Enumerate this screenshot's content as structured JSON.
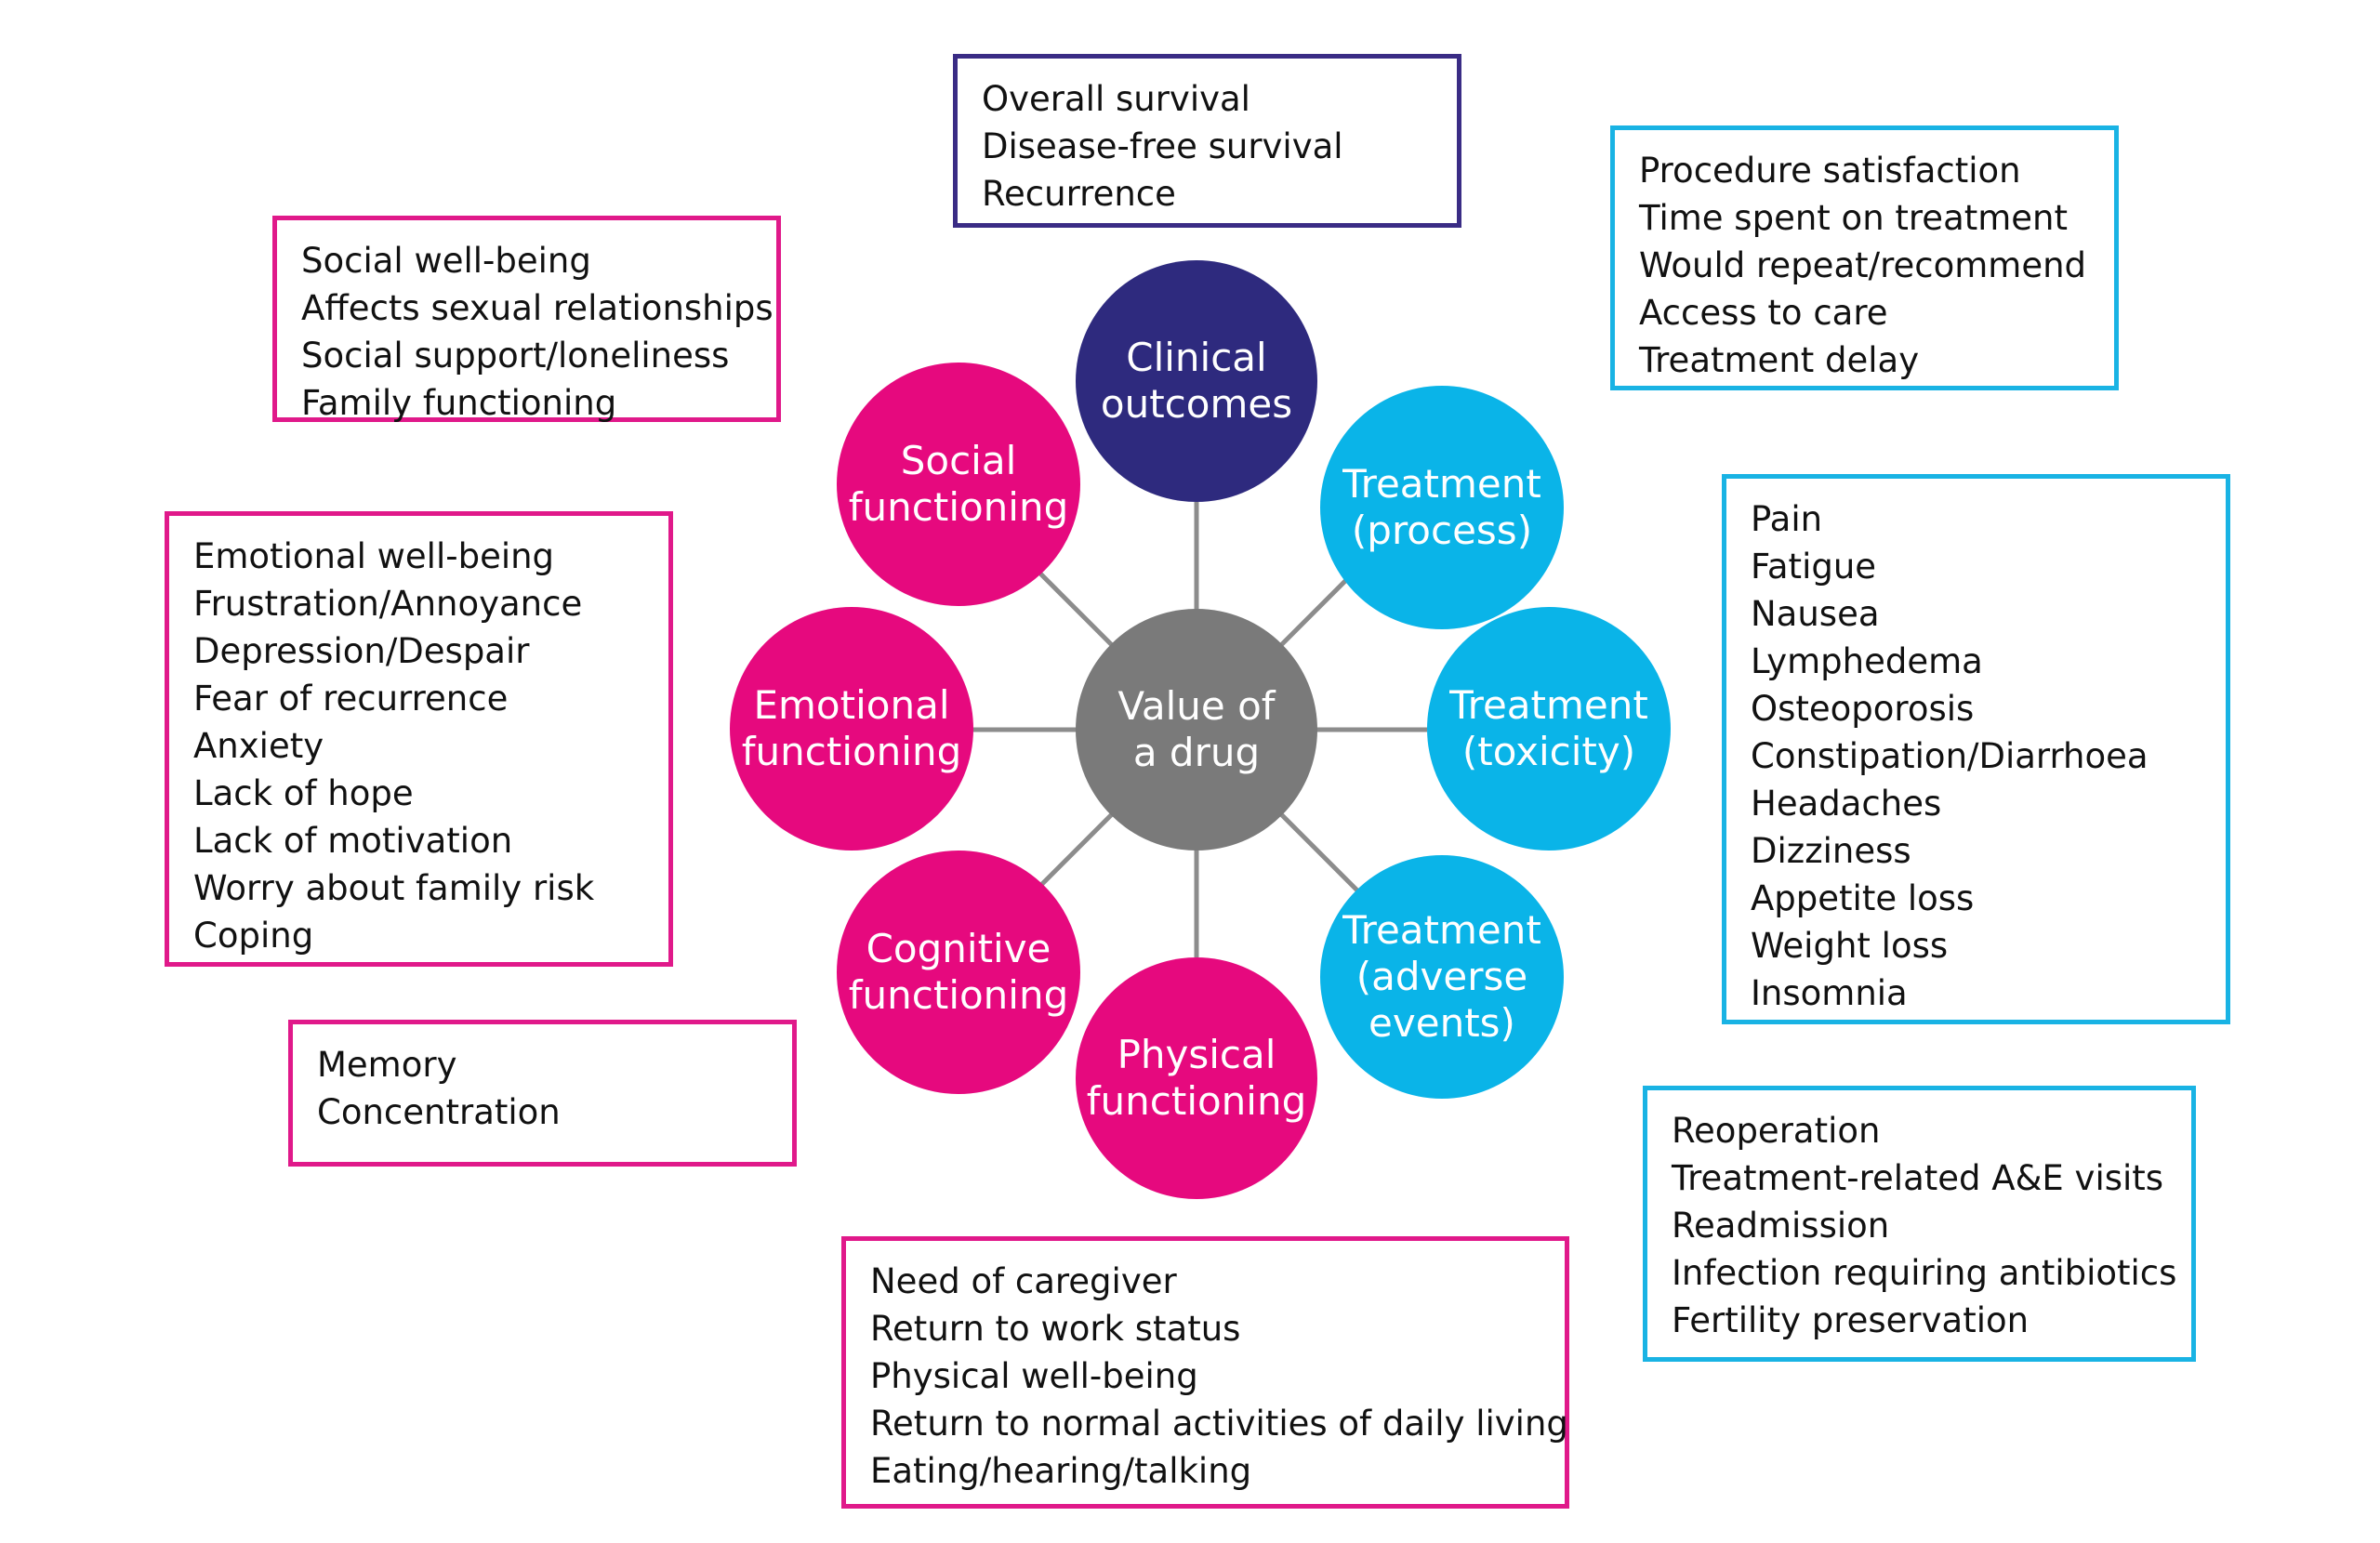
{
  "colors": {
    "clinical": "#2e2a7e",
    "treatment": "#0ab4e8",
    "functioning": "#e6097e",
    "center": "#7a7a7a",
    "connector": "#8c8c8c",
    "clinical_box_border": "#3a2c85",
    "treatment_box_border": "#19b3e4",
    "functioning_box_border": "#e0198a"
  },
  "center": {
    "label": "Value of\na drug"
  },
  "nodes": {
    "clinical": {
      "label": "Clinical\noutcomes"
    },
    "treatment_process": {
      "label": "Treatment\n(process)"
    },
    "treatment_toxicity": {
      "label": "Treatment\n(toxicity)"
    },
    "treatment_adverse": {
      "label": "Treatment\n(adverse\nevents)"
    },
    "physical": {
      "label": "Physical\nfunctioning"
    },
    "cognitive": {
      "label": "Cognitive\nfunctioning"
    },
    "emotional": {
      "label": "Emotional\nfunctioning"
    },
    "social": {
      "label": "Social\nfunctioning"
    }
  },
  "boxes": {
    "clinical": [
      "Overall survival",
      "Disease-free survival",
      "Recurrence"
    ],
    "treatment_process": [
      "Procedure satisfaction",
      "Time spent on treatment",
      "Would repeat/recommend",
      "Access to care",
      "Treatment delay"
    ],
    "treatment_toxicity": [
      "Pain",
      "Fatigue",
      "Nausea",
      "Lymphedema",
      "Osteoporosis",
      "Constipation/Diarrhoea",
      "Headaches",
      "Dizziness",
      "Appetite loss",
      "Weight loss",
      "Insomnia"
    ],
    "treatment_adverse": [
      "Reoperation",
      "Treatment-related A&E visits",
      "Readmission",
      "Infection requiring antibiotics",
      "Fertility preservation"
    ],
    "physical": [
      "Need of caregiver",
      "Return to work status",
      "Physical well-being",
      "Return to normal activities of daily living",
      "Eating/hearing/talking"
    ],
    "cognitive": [
      "Memory",
      "Concentration"
    ],
    "emotional": [
      "Emotional well-being",
      "Frustration/Annoyance",
      "Depression/Despair",
      "Fear of recurrence",
      "Anxiety",
      "Lack of hope",
      "Lack of motivation",
      "Worry about family risk",
      "Coping"
    ],
    "social": [
      "Social well-being",
      "Affects sexual relationships",
      "Social support/loneliness",
      "Family functioning"
    ]
  }
}
